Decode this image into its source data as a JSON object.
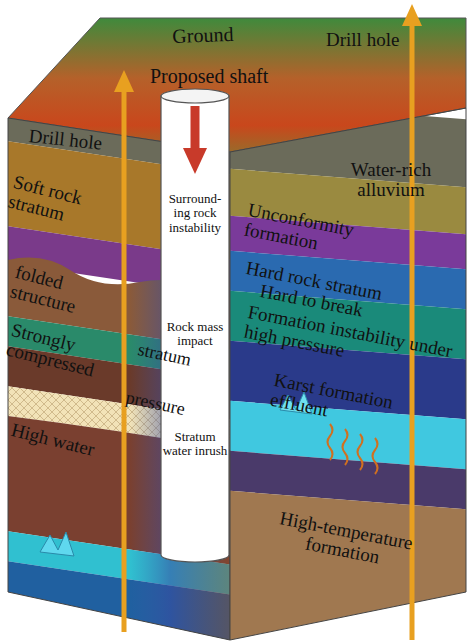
{
  "diagram": {
    "nodes": [
      {
        "text": [
          "Surround-ing rock instability",
          "Rock mass impact",
          "Stratum water inrush"
        ]
      }
    ],
    "labels": [
      "Ground",
      "Proposed shaft",
      "Drill hole",
      "Drill hole",
      "Water-rich alluvium",
      "Soft rock stratum",
      "Unconformity formation",
      "Hard rock stratum",
      "Hard to break",
      "folded structure",
      "Formation instability under high pressure",
      "Strongly compressed",
      "stratum",
      "pressure",
      "High water",
      "Karst formation effluent",
      "High-temperature formation"
    ]
  }
}
